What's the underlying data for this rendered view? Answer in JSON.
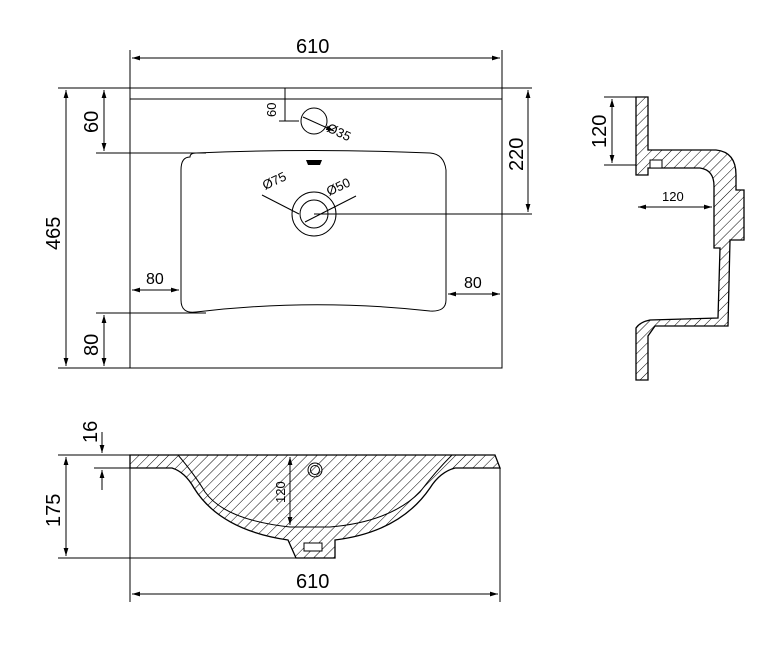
{
  "top_view": {
    "width": "610",
    "depth": "465",
    "tap_offset": "60",
    "tap_hole": "60",
    "tap_diameter": "Ø35",
    "drain_offset": "220",
    "drain_outer": "Ø75",
    "drain_inner": "Ø50",
    "side_left": "80",
    "side_right": "80",
    "front_margin": "80"
  },
  "front_view": {
    "rim": "16",
    "height": "175",
    "bowl_depth": "120",
    "width": "610"
  },
  "side_view": {
    "top_height": "120",
    "depth": "120"
  }
}
